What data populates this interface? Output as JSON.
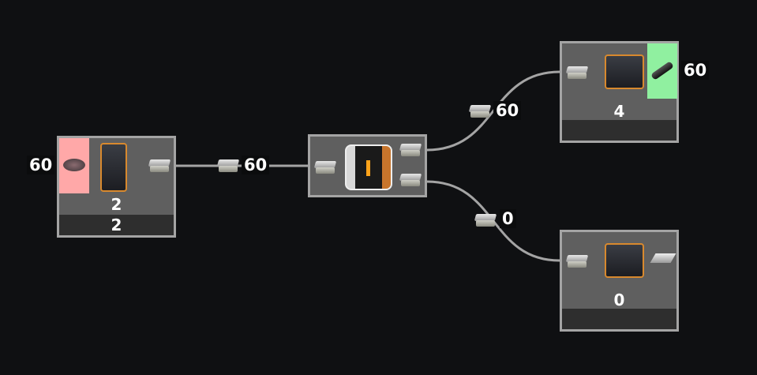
{
  "nodes": {
    "smelter": {
      "input_rate": "60",
      "count": "2",
      "bottom": "2",
      "input_item": "iron-ore-icon",
      "output_item": "iron-ingot-icon",
      "input_highlight": "#ffa8a8"
    },
    "splitter": {
      "input_item": "iron-ingot-icon",
      "outputs": [
        "iron-ingot-icon",
        "iron-ingot-icon"
      ]
    },
    "constructor_rod": {
      "count": "4",
      "bottom": "",
      "output_rate": "60",
      "output_item": "iron-rod-icon",
      "output_highlight": "#90f0a0"
    },
    "constructor_plate": {
      "count": "0",
      "bottom": "",
      "output_item": "iron-plate-icon"
    }
  },
  "edges": [
    {
      "from": "smelter",
      "to": "splitter",
      "rate": "60"
    },
    {
      "from": "splitter",
      "to": "constructor_rod",
      "rate": "60"
    },
    {
      "from": "splitter",
      "to": "constructor_plate",
      "rate": "0"
    }
  ]
}
